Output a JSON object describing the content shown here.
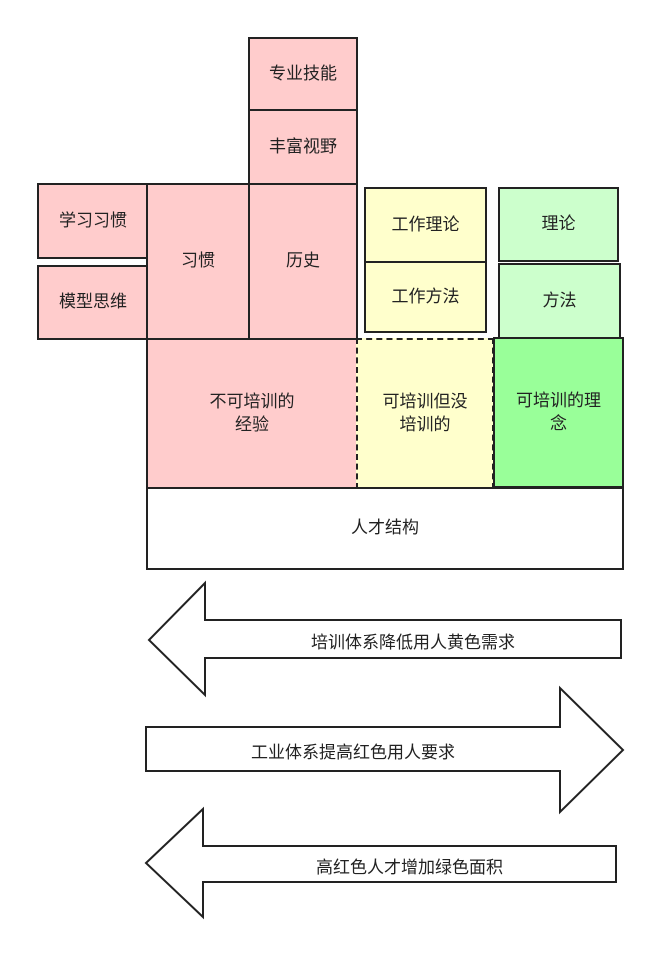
{
  "blocks": {
    "zhuanye_jineng": "专业技能",
    "fengfu_shiye": "丰富视野",
    "xuexi_xiguan": "学习习惯",
    "moxing_siwei": "模型思维",
    "xiguan": "习惯",
    "lishi": "历史",
    "gongzuo_lilun": "工作理论",
    "gongzuo_fangfa": "工作方法",
    "lilun": "理论",
    "fangfa": "方法",
    "buke_peixun": "不可培训的\n经验",
    "ke_peixun_dan_meiyou": "可培训但没\n培训的",
    "ke_peixun_linian": "可培训的理\n念",
    "rencai_jiegou": "人才结构"
  },
  "arrows": {
    "arrow1": "培训体系降低用人黄色需求",
    "arrow2": "工业体系提高红色用人要求",
    "arrow3": "高红色人才增加绿色面积"
  },
  "colors": {
    "red": "#ffcccc",
    "yellow": "#ffffcc",
    "light_green": "#ccffcc",
    "green": "#99ff99",
    "border": "#222222"
  }
}
